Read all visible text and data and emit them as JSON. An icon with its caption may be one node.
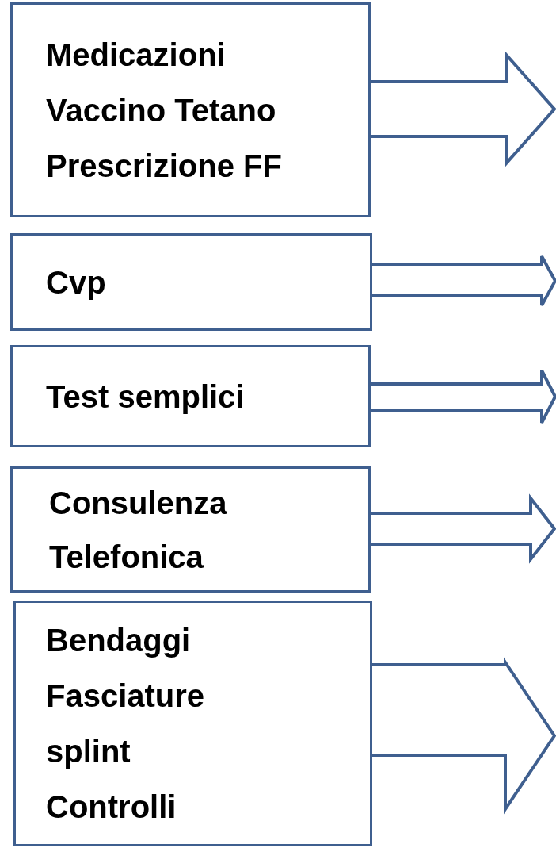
{
  "diagram": {
    "nodes": [
      {
        "text": [
          "Medicazioni",
          "Vaccino Tetano",
          "Prescrizione FF"
        ]
      },
      {
        "text": [
          "Cvp"
        ]
      },
      {
        "text": [
          "Test semplici"
        ]
      },
      {
        "text": [
          "Consulenza Telefonica"
        ]
      },
      {
        "text": [
          "Bendaggi",
          "Fasciature",
          "splint",
          "Controlli"
        ]
      }
    ],
    "edges": [
      {
        "from": 0,
        "to": null,
        "arrow": "to"
      },
      {
        "from": 1,
        "to": null,
        "arrow": "to"
      },
      {
        "from": 2,
        "to": null,
        "arrow": "to"
      },
      {
        "from": 3,
        "to": null,
        "arrow": "to"
      },
      {
        "from": 4,
        "to": null,
        "arrow": "to"
      }
    ]
  }
}
